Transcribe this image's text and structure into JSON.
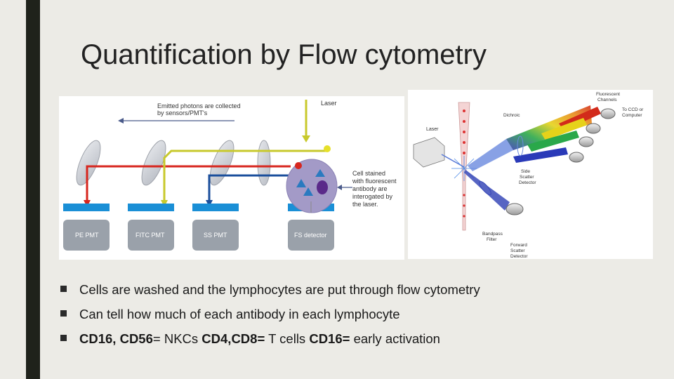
{
  "slide": {
    "title": "Quantification by Flow cytometry",
    "colors": {
      "background": "#ecebe6",
      "left_bar": "#1f221b",
      "text": "#222222"
    }
  },
  "figure_left": {
    "emitted_label_1": "Emitted photons are collected",
    "emitted_label_2": "by sensors/PMT's",
    "laser_label": "Laser",
    "cell_label_1": "Cell stained",
    "cell_label_2": "with fluorescent",
    "cell_label_3": "antibody are",
    "cell_label_4": "interogated by",
    "cell_label_5": "the laser.",
    "detectors": [
      "PE PMT",
      "FITC PMT",
      "SS PMT",
      "FS detector"
    ],
    "colors": {
      "red": "#d7261e",
      "yellow": "#c8c92c",
      "blue": "#1b4f9c",
      "filter": "#1a8fd6",
      "detector": "#9aa1aa",
      "cell": "#a39ac7"
    }
  },
  "figure_right": {
    "fluorescent_channels_1": "Fluorescent",
    "fluorescent_channels_2": "Channels",
    "to_ccd_1": "To CCD or",
    "to_ccd_2": "Computer",
    "dichroic": "Dichroic",
    "laser": "Laser",
    "side_scatter_1": "Side",
    "side_scatter_2": "Scatter",
    "side_scatter_3": "Detector",
    "bandpass_1": "Bandpass",
    "bandpass_2": "Filter",
    "forward_scatter_1": "Forward",
    "forward_scatter_2": "Scatter",
    "forward_scatter_3": "Detector"
  },
  "bullets": {
    "item1": "Cells are washed and the lymphocytes are put through flow cytometry",
    "item2": "Can tell how much of each antibody in each lymphocyte",
    "item3_b1": "CD16, CD56",
    "item3_t1": "= NKCs ",
    "item3_b2": "CD4,CD8=",
    "item3_t2": " T cells ",
    "item3_b3": "CD16=",
    "item3_t3": " early activation"
  }
}
